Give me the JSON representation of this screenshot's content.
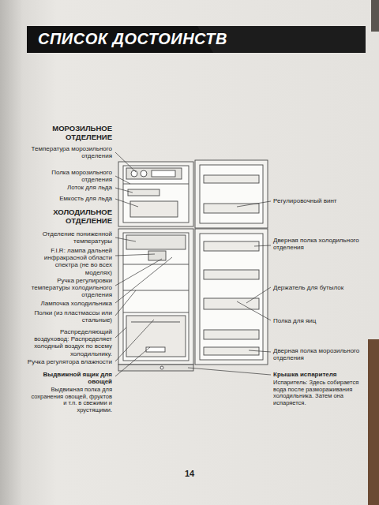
{
  "diagram": {
    "title": "СПИСОК ДОСТОИНСТВ",
    "labels": [
      "МОРОЗИЛЬНОЕ ОТДЕЛЕНИЕ",
      "Температура морозильного отделения",
      "Полка морозильного отделения",
      "Лоток для льда",
      "Емкость для льда",
      "ХОЛОДИЛЬНОЕ ОТДЕЛЕНИЕ",
      "Отделение пониженной температуры",
      "F.I.R: лампа дальней инфракрасной области спектра (не во всех моделях)",
      "Ручка регулировки температуры холодильного отделения",
      "Лампочка холодильника",
      "Полки (из пластмассы или стальные)",
      "Распределяющий воздуховод: Распределяет холодный воздух по всему холодильнику.",
      "Ручка регулятора влажности",
      "Выдвижной ящик для овощей",
      "Выдвижная полка для сохранения овощей, фруктов и т.п. в свежими и хрустящими.",
      "Регулировочный винт",
      "Дверная полка холодильного отделения",
      "Держатель для бутылок",
      "Полка для яиц",
      "Дверная полка морозильного отделения",
      "Крышка испарителя",
      "Испаритель: Здесь собирается вода после размораживания холодильника. Затем она испаряется.",
      "14"
    ]
  }
}
